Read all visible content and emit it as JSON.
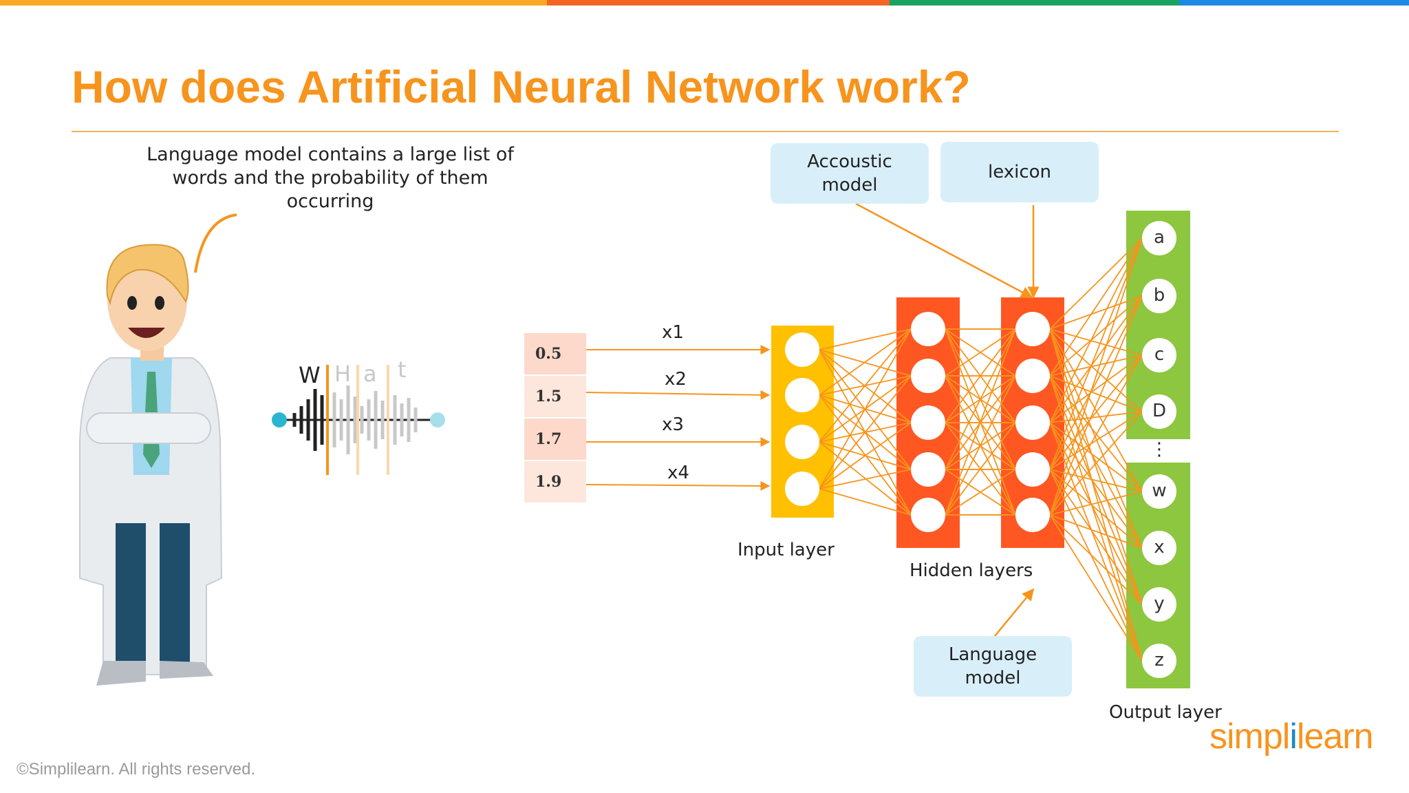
{
  "title": "How does Artificial Neural Network work?",
  "caption_line1": "Language model contains a large list of",
  "caption_line2": "words and the probability of them occurring",
  "boxes": {
    "acoustic_line1": "Accoustic",
    "acoustic_line2": "model",
    "lexicon": "lexicon",
    "language_line1": "Language",
    "language_line2": "model"
  },
  "word_letters": [
    "W",
    "H",
    "a",
    "t"
  ],
  "input_values": [
    "0.5",
    "1.5",
    "1.7",
    "1.9"
  ],
  "input_labels": [
    "x1",
    "x2",
    "x3",
    "x4"
  ],
  "layers": {
    "input": "Input layer",
    "hidden": "Hidden layers",
    "output": "Output layer"
  },
  "output_nodes": [
    "a",
    "b",
    "c",
    "D",
    "w",
    "x",
    "y",
    "z"
  ],
  "output_ellipsis": "⋮",
  "footer": "©Simplilearn. All rights reserved.",
  "logo": {
    "part1": "simpl",
    "part2": "i",
    "part3": "learn"
  },
  "colors": {
    "title": "#f7941d",
    "input_layer": "#ffc000",
    "hidden_layer": "#ff5722",
    "output_layer": "#8dc63f",
    "connections": "#f7941d",
    "info_box": "#d8effa"
  }
}
